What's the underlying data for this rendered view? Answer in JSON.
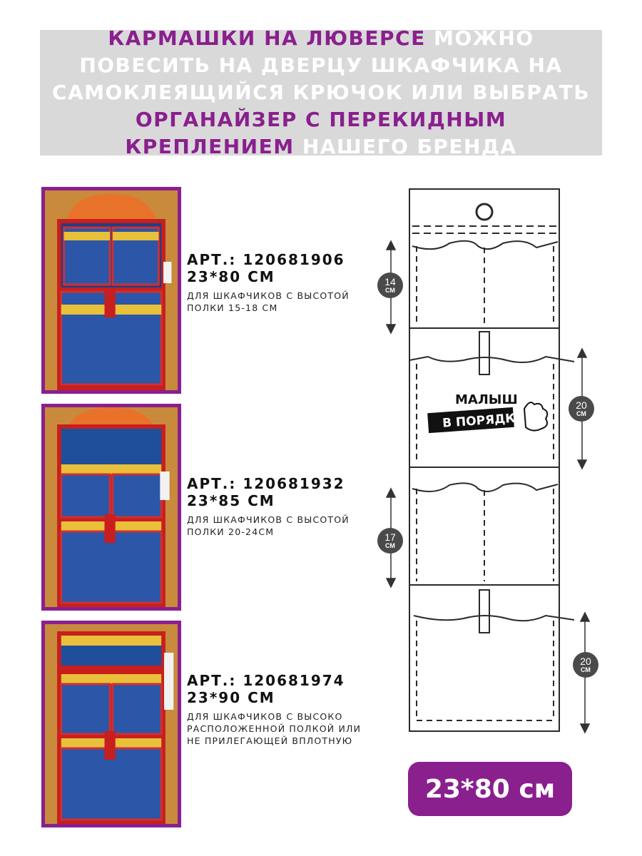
{
  "header": {
    "seg1": "КАРМАШКИ НА ЛЮВЕРСЕ",
    "seg2": " МОЖНО ПОВЕСИТЬ НА ДВЕРЦУ ШКАФЧИКА НА САМОКЛЕЯЩИЙСЯ КРЮЧОК ИЛИ ВЫБРАТЬ ",
    "seg3": "ОРГАНАЙЗЕР С ПЕРЕКИДНЫМ КРЕПЛЕНИЕМ",
    "seg4": " НАШЕГО БРЕНДА"
  },
  "products": [
    {
      "art": "АРТ.: 120681906",
      "size": "23*80 СМ",
      "desc": "для шкафчиков с высотой полки 15-18 см"
    },
    {
      "art": "АРТ.: 120681932",
      "size": "23*85 СМ",
      "desc": "для шкафчиков с высотой полки 20-24см"
    },
    {
      "art": "АРТ.: 120681974",
      "size": "23*90 СМ",
      "desc": "для шкафчиков с высоко расположенной полкой или не прилегающей вплотную"
    }
  ],
  "diagram": {
    "logo_line1": "МАЛЫШ",
    "logo_line2": "В ПОРЯДКЕ",
    "dims": [
      {
        "value": "14",
        "unit": "СМ"
      },
      {
        "value": "20",
        "unit": "СМ"
      },
      {
        "value": "17",
        "unit": "СМ"
      },
      {
        "value": "20",
        "unit": "СМ"
      }
    ]
  },
  "size_badge": "23*80 см",
  "colors": {
    "accent": "#8a1f8e",
    "header_bg": "#d9d9d9",
    "dim_badge": "#4a4a4a"
  }
}
